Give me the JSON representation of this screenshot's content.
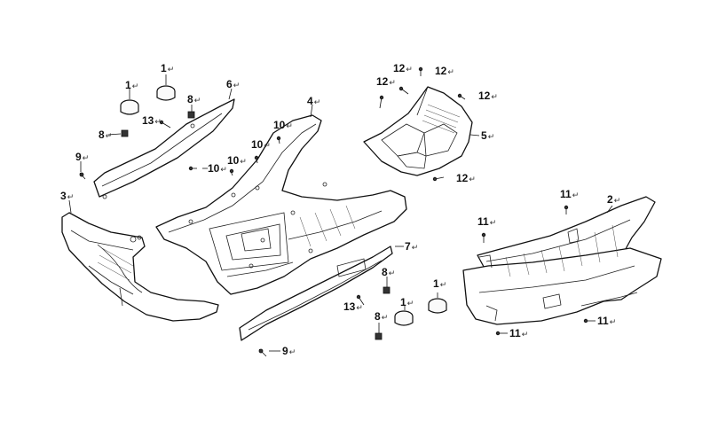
{
  "diagram": {
    "return_mark": "↵",
    "callouts": [
      {
        "id": "c-1a",
        "label": "1"
      },
      {
        "id": "c-1b",
        "label": "1"
      },
      {
        "id": "c-1c",
        "label": "1"
      },
      {
        "id": "c-1d",
        "label": "1"
      },
      {
        "id": "c-2",
        "label": "2"
      },
      {
        "id": "c-3",
        "label": "3"
      },
      {
        "id": "c-4",
        "label": "4"
      },
      {
        "id": "c-5",
        "label": "5"
      },
      {
        "id": "c-6",
        "label": "6"
      },
      {
        "id": "c-7",
        "label": "7"
      },
      {
        "id": "c-8a",
        "label": "8"
      },
      {
        "id": "c-8b",
        "label": "8"
      },
      {
        "id": "c-8c",
        "label": "8"
      },
      {
        "id": "c-8d",
        "label": "8"
      },
      {
        "id": "c-9a",
        "label": "9"
      },
      {
        "id": "c-9b",
        "label": "9"
      },
      {
        "id": "c-10a",
        "label": "10"
      },
      {
        "id": "c-10b",
        "label": "10"
      },
      {
        "id": "c-10c",
        "label": "10"
      },
      {
        "id": "c-10d",
        "label": "10"
      },
      {
        "id": "c-11a",
        "label": "11"
      },
      {
        "id": "c-11b",
        "label": "11"
      },
      {
        "id": "c-11c",
        "label": "11"
      },
      {
        "id": "c-11d",
        "label": "11"
      },
      {
        "id": "c-12a",
        "label": "12"
      },
      {
        "id": "c-12b",
        "label": "12"
      },
      {
        "id": "c-12c",
        "label": "12"
      },
      {
        "id": "c-12d",
        "label": "12"
      },
      {
        "id": "c-12e",
        "label": "12"
      },
      {
        "id": "c-13a",
        "label": "13"
      },
      {
        "id": "c-13b",
        "label": "13"
      }
    ]
  }
}
